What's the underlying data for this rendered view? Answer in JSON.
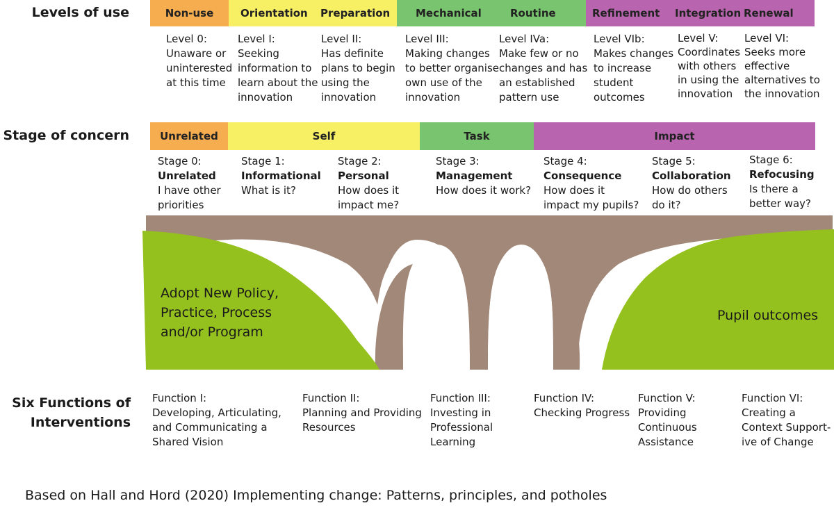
{
  "row_titles": {
    "levels": "Levels of use",
    "stages": "Stage of concern",
    "functions_line1": "Six Functions of",
    "functions_line2": "Interventions"
  },
  "colors": {
    "orange": "#F5AD4F",
    "yellow": "#F7EF64",
    "green": "#79C46E",
    "purple": "#B864AE",
    "bank_green": "#95C11F",
    "bridge_brown": "#A18878"
  },
  "levels_bands": [
    {
      "color": "orange",
      "labels": [
        "Non-use"
      ]
    },
    {
      "color": "yellow",
      "labels": [
        "Orientation",
        "Preparation"
      ]
    },
    {
      "color": "green",
      "labels": [
        "Mechanical",
        "Routine"
      ]
    },
    {
      "color": "purple",
      "labels": [
        "Refinement",
        "Integration",
        "Renewal"
      ]
    }
  ],
  "levels": [
    {
      "level": "Level 0:",
      "desc": [
        "Unaware or",
        "uninterested",
        "at this time"
      ]
    },
    {
      "level": "Level I:",
      "desc": [
        "Seeking",
        "information to",
        "learn about the",
        "innovation"
      ]
    },
    {
      "level": "Level II:",
      "desc": [
        "Has definite",
        "plans to begin",
        "using the",
        "innovation"
      ]
    },
    {
      "level": "Level III:",
      "desc": [
        "Making changes",
        "to better organise",
        "own use of the",
        "innovation"
      ]
    },
    {
      "level": "Level IVa:",
      "desc": [
        "Make few or no",
        "changes and has",
        "an established",
        "pattern use"
      ]
    },
    {
      "level": "Level VIb:",
      "desc": [
        "Makes changes",
        "to increase",
        "student",
        "outcomes"
      ]
    },
    {
      "level": "Level V:",
      "desc": [
        "Coordinates",
        "with others",
        "in using the",
        "innovation"
      ]
    },
    {
      "level": "Level VI:",
      "desc": [
        "Seeks more",
        "effective",
        "alternatives to",
        "the innovation"
      ]
    }
  ],
  "stage_bands": [
    {
      "color": "orange",
      "label": "Unrelated"
    },
    {
      "color": "yellow",
      "label": "Self"
    },
    {
      "color": "green",
      "label": "Task"
    },
    {
      "color": "purple",
      "label": "Impact"
    }
  ],
  "stages": [
    {
      "stage": "Stage 0:",
      "name": "Unrelated",
      "desc": [
        "I have other",
        "priorities"
      ]
    },
    {
      "stage": "Stage 1:",
      "name": "Informational",
      "desc": [
        "What is it?"
      ]
    },
    {
      "stage": "Stage 2:",
      "name": "Personal",
      "desc": [
        "How does it",
        "impact me?"
      ]
    },
    {
      "stage": "Stage 3:",
      "name": "Management",
      "desc": [
        "How does it work?"
      ]
    },
    {
      "stage": "Stage 4:",
      "name": "Consequence",
      "desc": [
        "How does it",
        "impact my pupils?"
      ]
    },
    {
      "stage": "Stage 5:",
      "name": "Collaboration",
      "desc": [
        "How do others",
        "do it?"
      ]
    },
    {
      "stage": "Stage 6:",
      "name": "Refocusing",
      "desc": [
        "Is there a",
        "better way?"
      ]
    }
  ],
  "bridge": {
    "left_bank": [
      "Adopt New Policy,",
      "Practice, Process",
      "and/or Program"
    ],
    "right_bank": "Pupil outcomes"
  },
  "functions": [
    {
      "title": "Function I:",
      "desc": [
        "Developing, Articulating,",
        "and Communicating a",
        "Shared Vision"
      ]
    },
    {
      "title": "Function II:",
      "desc": [
        "Planning and Providing",
        "Resources"
      ]
    },
    {
      "title": "Function III:",
      "desc": [
        "Investing in",
        "Professional",
        "Learning"
      ]
    },
    {
      "title": "Function IV:",
      "desc": [
        "Checking Progress"
      ]
    },
    {
      "title": "Function V:",
      "desc": [
        "Providing",
        "Continuous",
        "Assistance"
      ]
    },
    {
      "title": "Function VI:",
      "desc": [
        "Creating a",
        "Context Support-",
        "ive of Change"
      ]
    }
  ],
  "footer": "Based on Hall and Hord (2020) Implementing change: Patterns, principles, and potholes"
}
